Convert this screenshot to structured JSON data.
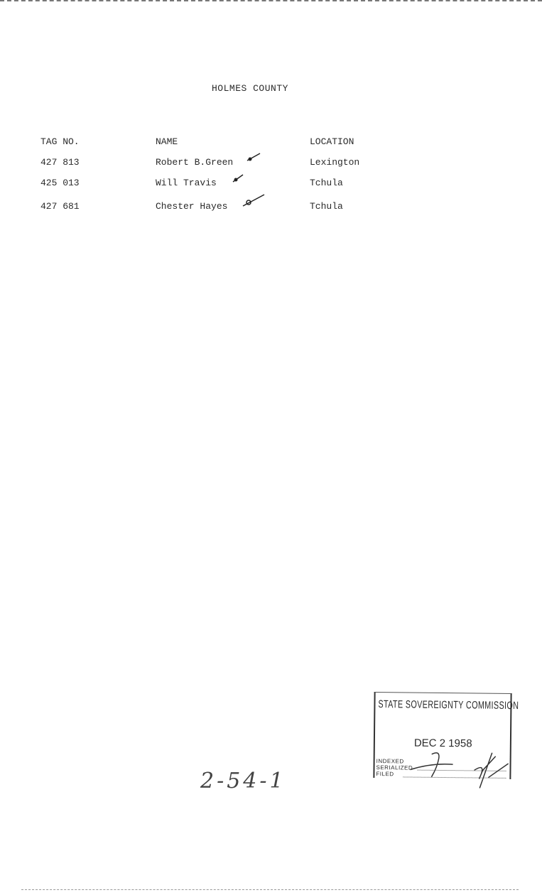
{
  "document": {
    "title": "HOLMES COUNTY",
    "headers": [
      "TAG NO.",
      "NAME",
      "LOCATION"
    ],
    "rows": [
      {
        "tag": "427 813",
        "name": "Robert B.Green",
        "location": "Lexington"
      },
      {
        "tag": "425 013",
        "name": "Will Travis",
        "location": "Tchula"
      },
      {
        "tag": "427 681",
        "name": "Chester Hayes",
        "location": "Tchula"
      }
    ],
    "handwritten_note": "2-54-1"
  },
  "stamp": {
    "title": "STATE SOVEREIGNTY COMMISSION",
    "date": "DEC 2  1958",
    "labels": [
      "INDEXED",
      "SERIALIZED",
      "FILED"
    ]
  }
}
